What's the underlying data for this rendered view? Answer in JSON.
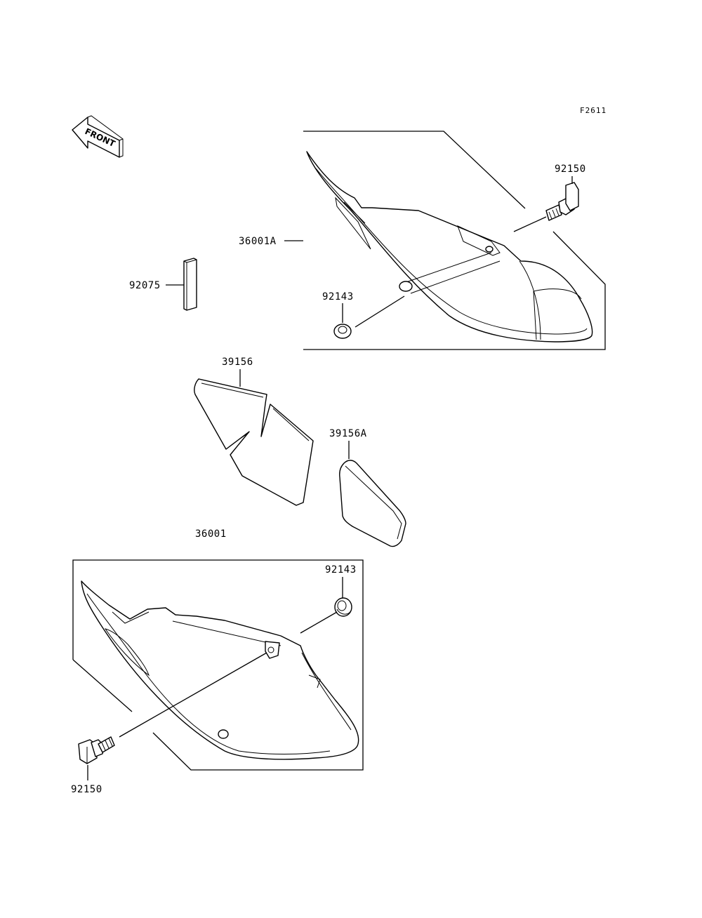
{
  "figure_code": "F2611",
  "front_arrow_text": "FRONT",
  "parts": {
    "p36001A": "36001A",
    "p92150_top": "92150",
    "p92143_top": "92143",
    "p92075": "92075",
    "p39156": "39156",
    "p39156A": "39156A",
    "p36001": "36001",
    "p92143_bottom": "92143",
    "p92150_bottom": "92150"
  }
}
